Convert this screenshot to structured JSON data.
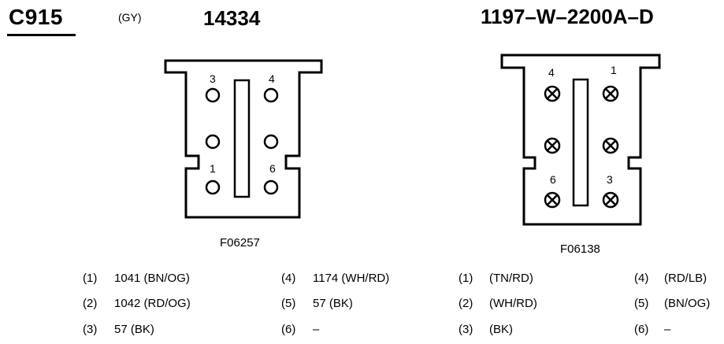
{
  "connector": {
    "id": "C915",
    "color_code": "(GY)",
    "part_number": "14334",
    "harness_number": "1197–W–2200A–D"
  },
  "left_view": {
    "figure_id": "F06257",
    "cavity_labels": [
      "3",
      "4",
      "1",
      "6"
    ]
  },
  "right_view": {
    "figure_id": "F06138",
    "cavity_labels": [
      "4",
      "1",
      "6",
      "3"
    ]
  },
  "left_pins": [
    {
      "num": "(1)",
      "desc": "1041 (BN/OG)"
    },
    {
      "num": "(2)",
      "desc": "1042 (RD/OG)"
    },
    {
      "num": "(3)",
      "desc": "57 (BK)"
    },
    {
      "num": "(4)",
      "desc": "1174 (WH/RD)"
    },
    {
      "num": "(5)",
      "desc": "57 (BK)"
    },
    {
      "num": "(6)",
      "desc": "–"
    }
  ],
  "right_pins": [
    {
      "num": "(1)",
      "desc": "(TN/RD)"
    },
    {
      "num": "(2)",
      "desc": "(WH/RD)"
    },
    {
      "num": "(3)",
      "desc": "(BK)"
    },
    {
      "num": "(4)",
      "desc": "(RD/LB)"
    },
    {
      "num": "(5)",
      "desc": "(BN/OG)"
    },
    {
      "num": "(6)",
      "desc": "–"
    }
  ]
}
